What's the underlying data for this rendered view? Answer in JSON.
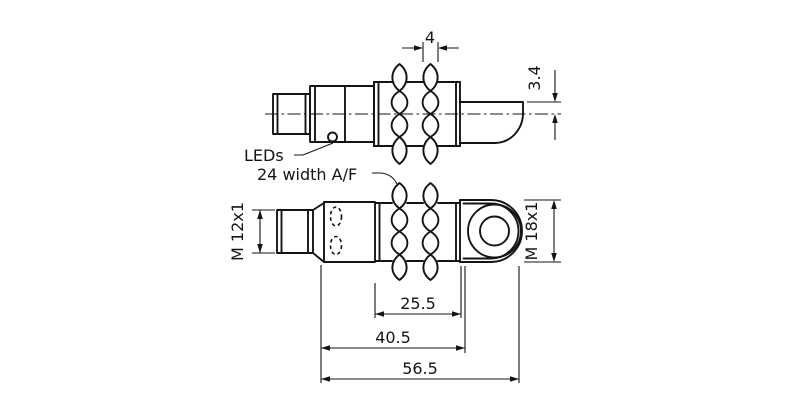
{
  "drawing": {
    "type": "technical-dimension-drawing",
    "subject": "cylindrical sensor with M12 connector, hex nuts and radial sensing head, two orthographic views",
    "line_color": "#141414",
    "background_color": "#ffffff",
    "labels": {
      "leds": "LEDs",
      "wrench_flats": "24 width A/F"
    },
    "dimensions": {
      "nut_width_mm": "4",
      "face_offset_mm": "3.4",
      "thread_section_mm": "25.5",
      "body_length_mm": "40.5",
      "overall_length_mm": "56.5",
      "connector_thread": "M 12x1",
      "housing_thread": "M 18x1"
    }
  }
}
